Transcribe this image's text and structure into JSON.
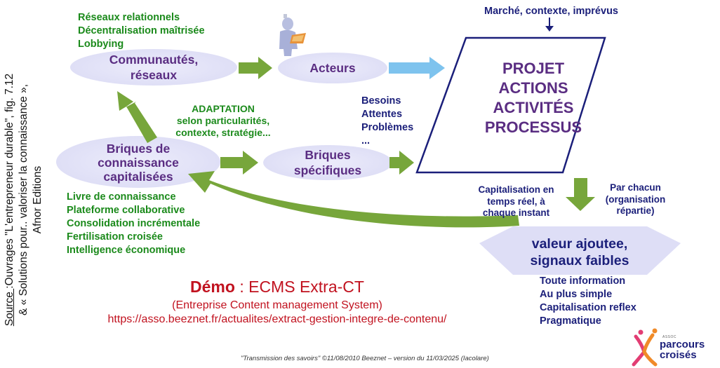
{
  "source_line1": "Source :Ouvrages \"L'entrepreneur durable\", fig. 7.12",
  "source_line1_prefix": "Source ",
  "source_line1_rest": ":Ouvrages \"L'entrepreneur durable\", fig. 7.12",
  "source_line2": "& « Solutions pour.. valoriser la connaissance »,",
  "source_line3": "Afnor Editions",
  "top_left_list": [
    "Réseaux relationnels",
    "Décentralisation maîtrisée",
    "Lobbying"
  ],
  "nodes": {
    "communautes": [
      "Communautés,",
      "réseaux"
    ],
    "acteurs": "Acteurs",
    "briques_cap": [
      "Briques de",
      "connaissance",
      "capitalisées"
    ],
    "briques_spec": [
      "Briques",
      "spécifiques"
    ],
    "projet": [
      "PROJET",
      "ACTIONS",
      "ACTIVITÉS",
      "PROCESSUS"
    ],
    "valeur": [
      "valeur  ajoutee,",
      "signaux faibles"
    ]
  },
  "marche": "Marché, contexte, imprévus",
  "adaptation": [
    "ADAPTATION",
    "selon particularités,",
    "contexte, stratégie..."
  ],
  "besoins": [
    "Besoins",
    "Attentes",
    "Problèmes",
    "..."
  ],
  "capitalisation": [
    "Capitalisation en",
    "temps réel, à",
    "chaque instant"
  ],
  "par_chacun": [
    "Par chacun",
    "(organisation",
    "répartie)"
  ],
  "left_list": [
    "Livre de connaissance",
    "Plateforme collaborative",
    "Consolidation incrémentale",
    "Fertilisation croisée",
    "Intelligence économique"
  ],
  "right_list": [
    "Toute information",
    "Au plus simple",
    "Capitalisation reflex",
    "Pragmatique"
  ],
  "demo": {
    "label": "Démo",
    "rest": " : ECMS Extra-CT",
    "subtitle": "(Entreprise Content management System)",
    "url": "https://asso.beeznet.fr/actualites/extract-gestion-integre-de-contenu/"
  },
  "footer": "\"Transmission des savoirs\"   ©11/08/2010 Beeznet – version du 11/03/2025   (Iacolare)",
  "logo": {
    "small": "ASSOC",
    "line1": "parcours",
    "line2": "croisés"
  },
  "colors": {
    "green_text": "#1b8a1b",
    "navy_text": "#1b1f7a",
    "purple_text": "#5a2d82",
    "red_text": "#c1121f",
    "ellipse_fill": "#e3e3f8",
    "arrow_green": "#77a63b",
    "arrow_blue": "#7ec3ee"
  }
}
